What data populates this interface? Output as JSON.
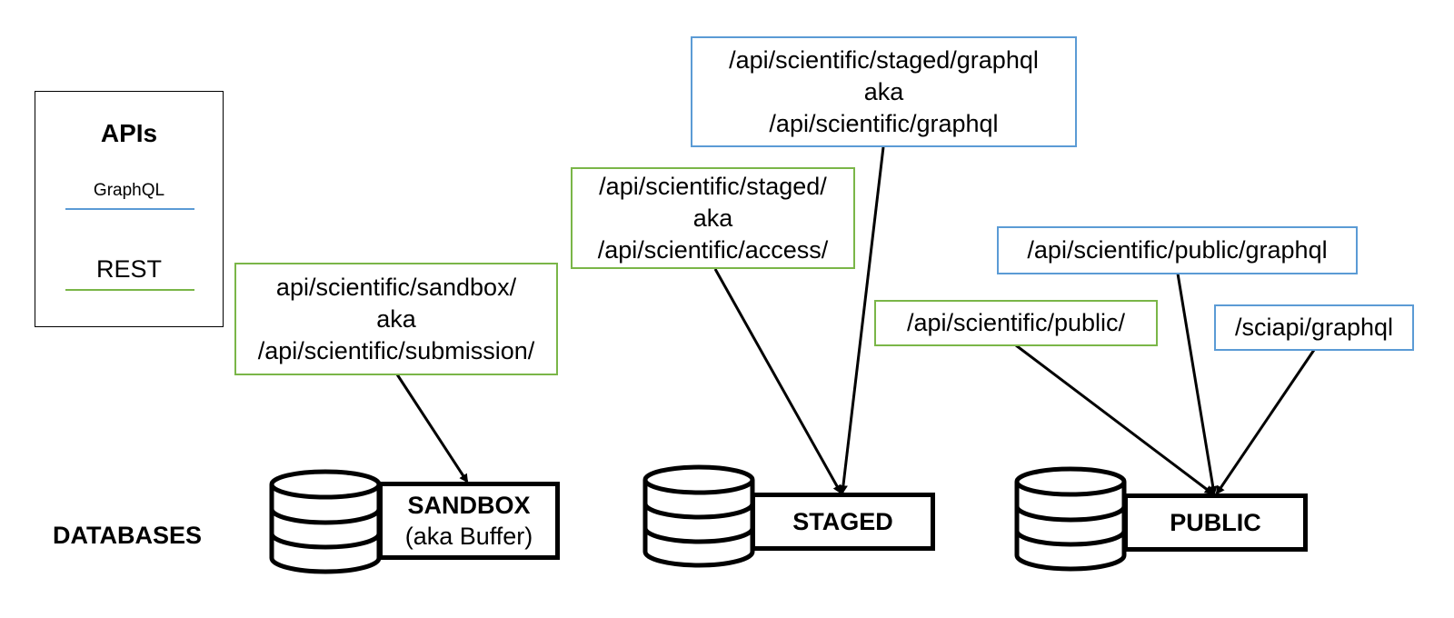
{
  "legend": {
    "title": "APIs",
    "graphql_label": "GraphQL",
    "rest_label": "REST",
    "graphql_color": "#5b9bd5",
    "rest_color": "#7ab648"
  },
  "databases_heading": "DATABASES",
  "endpoints": {
    "sandbox_rest": {
      "line1": "api/scientific/sandbox/",
      "line2": "aka",
      "line3": "/api/scientific/submission/"
    },
    "staged_rest": {
      "line1": "/api/scientific/staged/",
      "line2": "aka",
      "line3": "/api/scientific/access/"
    },
    "staged_graphql": {
      "line1": "/api/scientific/staged/graphql",
      "line2": "aka",
      "line3": "/api/scientific/graphql"
    },
    "public_rest": {
      "line1": "/api/scientific/public/"
    },
    "public_graphql": {
      "line1": "/api/scientific/public/graphql"
    },
    "sciapi_graphql": {
      "line1": "/sciapi/graphql"
    }
  },
  "databases": {
    "sandbox": {
      "name": "SANDBOX",
      "subtitle": "(aka Buffer)",
      "icon": "database-icon"
    },
    "staged": {
      "name": "STAGED",
      "icon": "database-icon"
    },
    "public": {
      "name": "PUBLIC",
      "icon": "database-icon"
    }
  }
}
